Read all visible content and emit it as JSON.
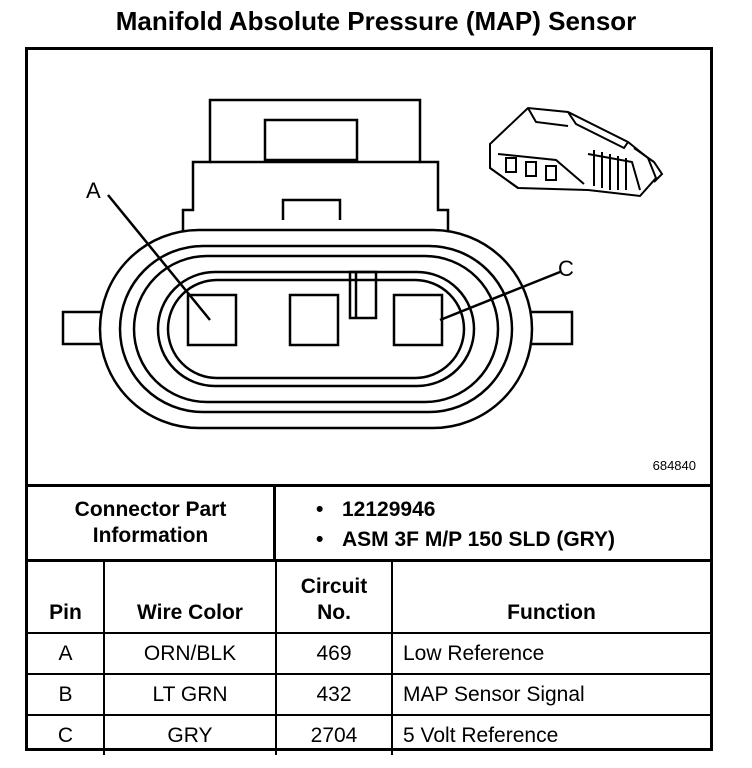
{
  "title": "Manifold Absolute Pressure (MAP) Sensor",
  "diagram": {
    "callout_a": "A",
    "callout_c": "C",
    "figure_number": "684840"
  },
  "connector_part": {
    "label_line1": "Connector Part",
    "label_line2": "Information",
    "items": [
      "12129946",
      "ASM 3F M/P 150 SLD (GRY)"
    ]
  },
  "table": {
    "headers": {
      "pin": "Pin",
      "wire_color": "Wire Color",
      "circuit_line1": "Circuit",
      "circuit_line2": "No.",
      "function": "Function"
    },
    "rows": [
      {
        "pin": "A",
        "wire_color": "ORN/BLK",
        "circuit": "469",
        "function": "Low Reference"
      },
      {
        "pin": "B",
        "wire_color": "LT GRN",
        "circuit": "432",
        "function": "MAP Sensor Signal"
      },
      {
        "pin": "C",
        "wire_color": "GRY",
        "circuit": "2704",
        "function": "5 Volt Reference"
      }
    ]
  }
}
